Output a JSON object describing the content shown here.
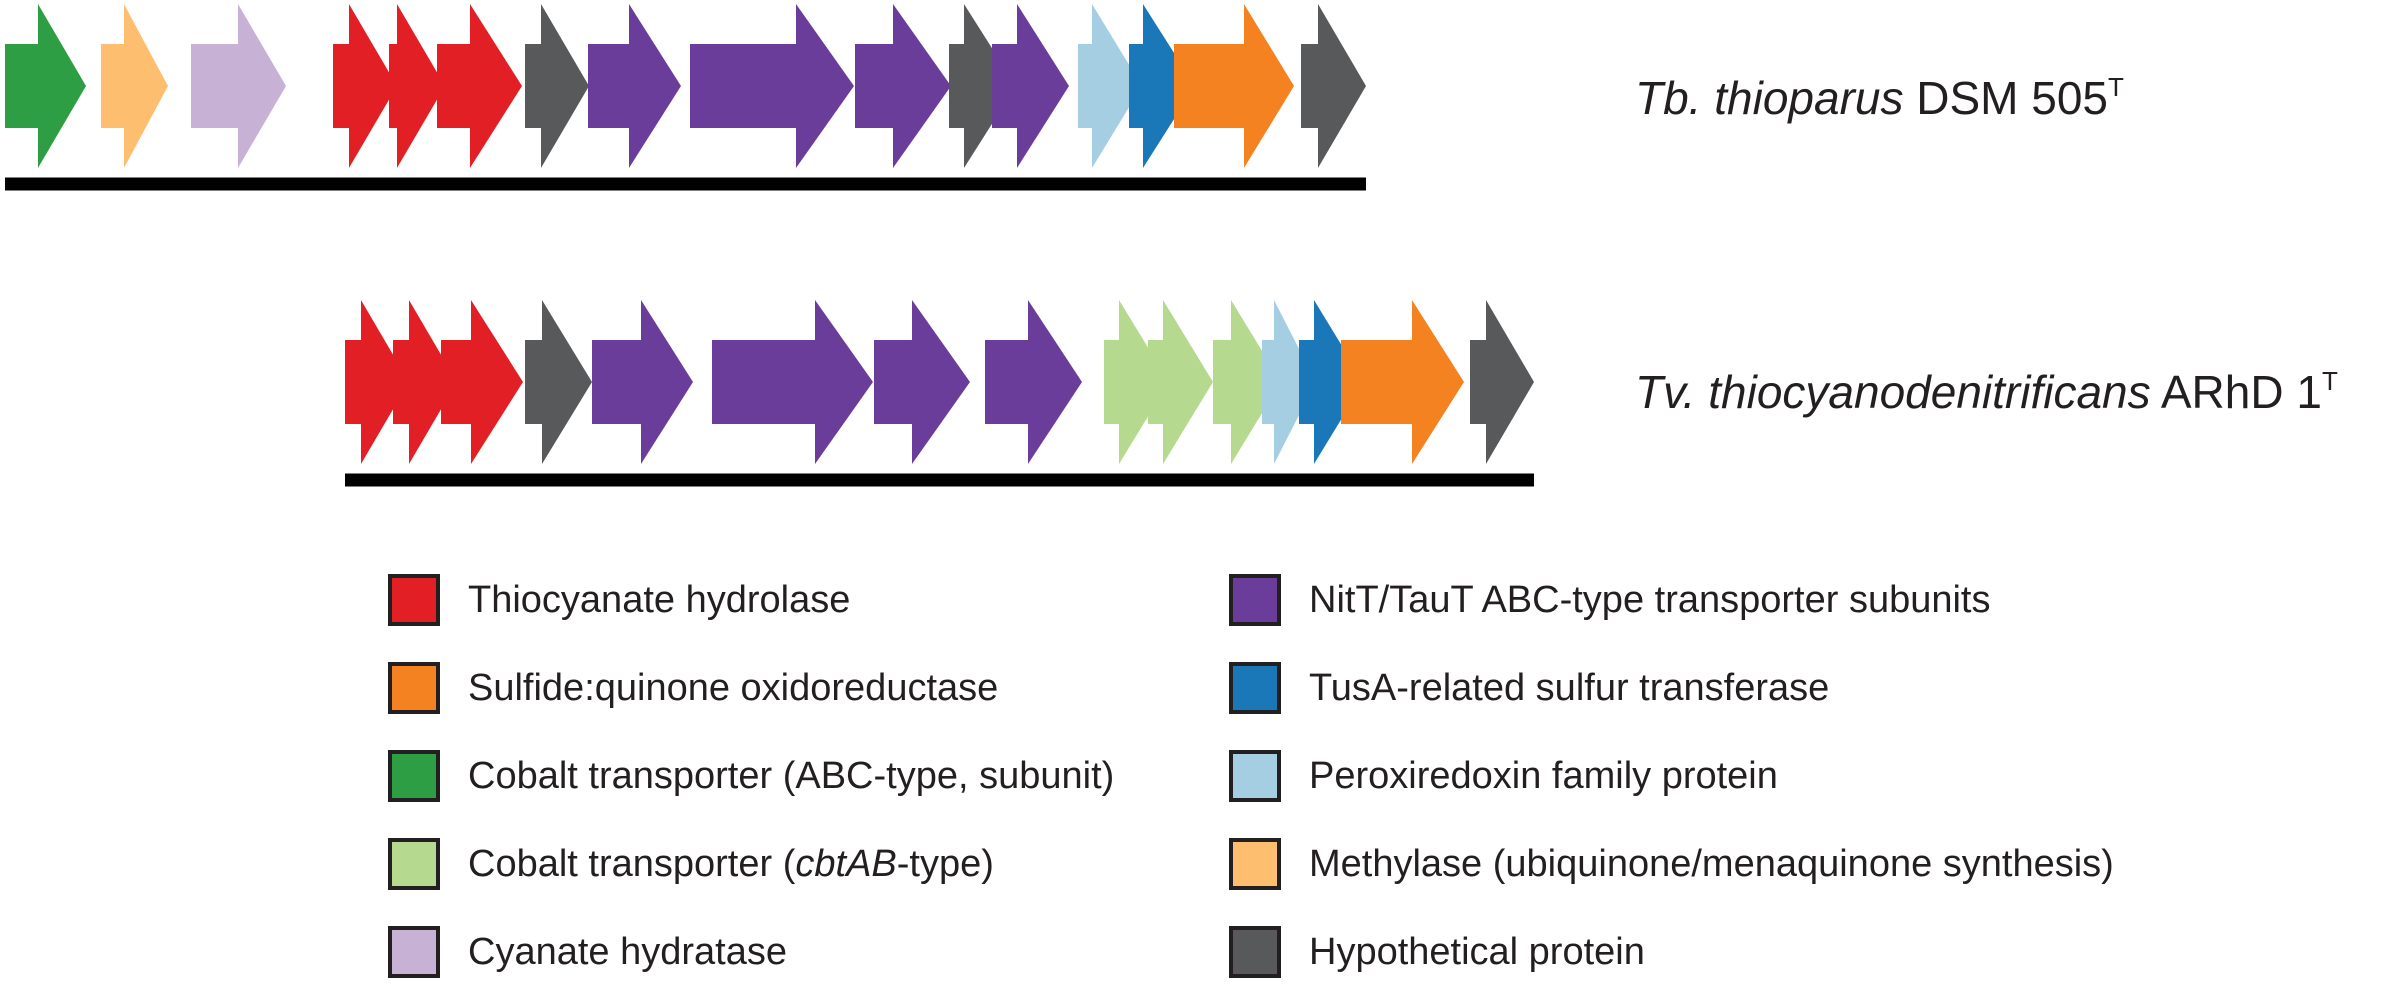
{
  "colors": {
    "thiocyanate_hydrolase": "#e31f26",
    "sqr": "#f58220",
    "cobalt_abc": "#2e9e44",
    "cobalt_cbtab": "#b4d98f",
    "cyanate_hydratase": "#c7b2d6",
    "nitt_taut": "#6a3d9a",
    "tusa": "#1a78b8",
    "peroxiredoxin": "#a6cee3",
    "methylase": "#fdbf6f",
    "hypothetical": "#58595b"
  },
  "organisms": [
    {
      "genus": "Tb. thioparus",
      "strain": " DSM 505",
      "superscript": "T",
      "genes": [
        {
          "color": "cobalt_abc"
        },
        {
          "color": "methylase"
        },
        {
          "color": "cyanate_hydratase"
        },
        {
          "color": "thiocyanate_hydrolase"
        },
        {
          "color": "thiocyanate_hydrolase"
        },
        {
          "color": "thiocyanate_hydrolase"
        },
        {
          "color": "hypothetical"
        },
        {
          "color": "nitt_taut"
        },
        {
          "color": "nitt_taut"
        },
        {
          "color": "nitt_taut"
        },
        {
          "color": "hypothetical"
        },
        {
          "color": "nitt_taut"
        },
        {
          "color": "peroxiredoxin"
        },
        {
          "color": "tusa"
        },
        {
          "color": "sqr"
        },
        {
          "color": "hypothetical"
        }
      ]
    },
    {
      "genus": "Tv. thiocyanodenitrificans",
      "strain": " ARhD 1",
      "superscript": "T",
      "genes": [
        {
          "color": "thiocyanate_hydrolase"
        },
        {
          "color": "thiocyanate_hydrolase"
        },
        {
          "color": "thiocyanate_hydrolase"
        },
        {
          "color": "hypothetical"
        },
        {
          "color": "nitt_taut"
        },
        {
          "color": "nitt_taut"
        },
        {
          "color": "nitt_taut"
        },
        {
          "color": "nitt_taut"
        },
        {
          "color": "cobalt_cbtab"
        },
        {
          "color": "cobalt_cbtab"
        },
        {
          "color": "cobalt_cbtab"
        },
        {
          "color": "peroxiredoxin"
        },
        {
          "color": "tusa"
        },
        {
          "color": "sqr"
        },
        {
          "color": "hypothetical"
        }
      ]
    }
  ],
  "legend": [
    {
      "color": "thiocyanate_hydrolase",
      "label": "Thiocyanate hydrolase"
    },
    {
      "color": "sqr",
      "label": "Sulfide:quinone oxidoreductase"
    },
    {
      "color": "cobalt_abc",
      "label": "Cobalt transporter (ABC-type, subunit)"
    },
    {
      "color": "cobalt_cbtab",
      "label_pre": "Cobalt transporter (",
      "label_em": "cbtAB",
      "label_post": "-type)"
    },
    {
      "color": "cyanate_hydratase",
      "label": "Cyanate hydratase"
    },
    {
      "color": "nitt_taut",
      "label": "NitT/TauT ABC-type transporter subunits"
    },
    {
      "color": "tusa",
      "label": "TusA-related sulfur transferase"
    },
    {
      "color": "peroxiredoxin",
      "label": "Peroxiredoxin family protein"
    },
    {
      "color": "methylase",
      "label": "Methylase (ubiquinone/menaquinone synthesis)"
    },
    {
      "color": "hypothetical",
      "label": "Hypothetical protein"
    }
  ]
}
